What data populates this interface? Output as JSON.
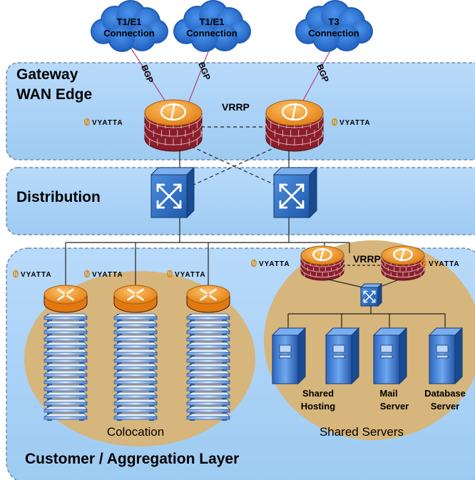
{
  "clouds": [
    {
      "line1": "T1/E1",
      "line2": "Connection"
    },
    {
      "line1": "T1/E1",
      "line2": "Connection"
    },
    {
      "line1": "T3",
      "line2": "Connection"
    }
  ],
  "link_labels": {
    "bgp_1": "BGP",
    "bgp_2": "BGP",
    "bgp_3": "BGP",
    "vrrp_gateway": "VRRP",
    "vrrp_servers": "VRRP"
  },
  "layers": {
    "gateway_line1": "Gateway",
    "gateway_line2": "WAN Edge",
    "distribution": "Distribution",
    "customer": "Customer / Aggregation  Layer"
  },
  "vendor": "VYATTA",
  "areas": {
    "colocation": "Colocation",
    "shared_servers": "Shared Servers"
  },
  "servers": [
    {
      "line1": "Shared",
      "line2": "Hosting"
    },
    {
      "line1": "Mail",
      "line2": "Server"
    },
    {
      "line1": "Database",
      "line2": "Server"
    }
  ],
  "colors": {
    "layer_fill": "#a6d1f7",
    "layer_stroke": "#6e8fae",
    "area_fill": "#d4b47a",
    "cloud_fill": "#2d74d6",
    "firewall_top": "#f0a030",
    "firewall_brick": "#8b1e2a",
    "switch_fill": "#2f6ec4"
  }
}
